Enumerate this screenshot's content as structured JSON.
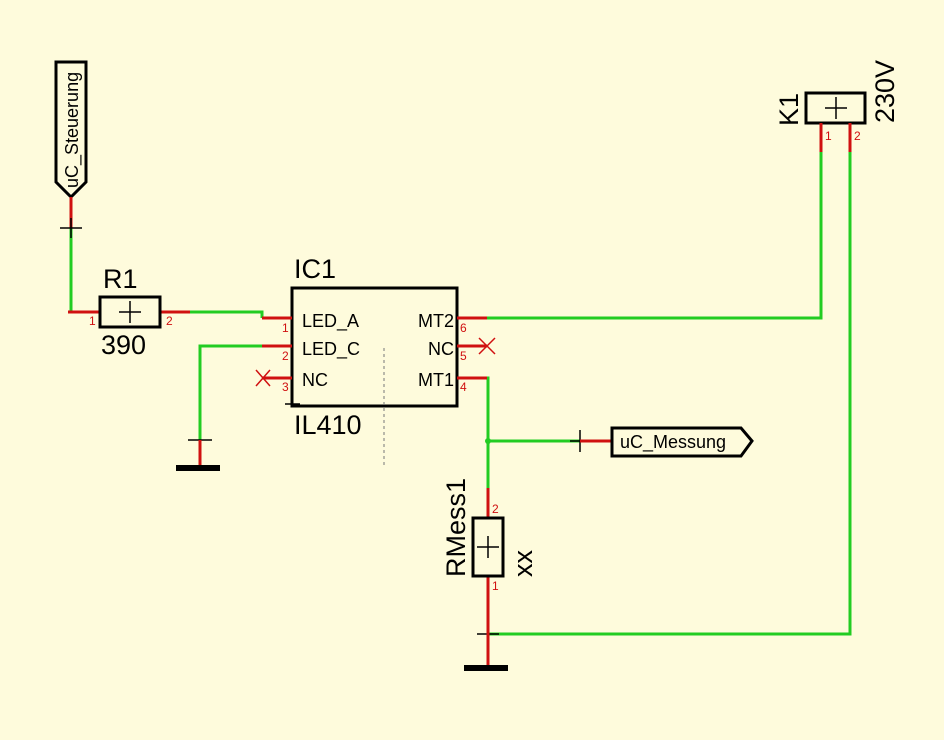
{
  "colors": {
    "background": "#fefbdc",
    "wire": "#22cc22",
    "pin": "#d01010",
    "body": "#000000"
  },
  "ports": {
    "uc_steuerung": "uC_Steuerung",
    "uc_messung": "uC_Messung"
  },
  "r1": {
    "ref": "R1",
    "value": "390",
    "pin1": "1",
    "pin2": "2"
  },
  "ic1": {
    "ref": "IC1",
    "value": "IL410",
    "pins": [
      {
        "num": "1",
        "name": "LED_A"
      },
      {
        "num": "2",
        "name": "LED_C"
      },
      {
        "num": "3",
        "name": "NC"
      },
      {
        "num": "6",
        "name": "MT2"
      },
      {
        "num": "5",
        "name": "NC"
      },
      {
        "num": "4",
        "name": "MT1"
      }
    ]
  },
  "k1": {
    "ref": "K1",
    "value": "230V",
    "pin1": "1",
    "pin2": "2"
  },
  "rmess1": {
    "ref": "RMess1",
    "value": "xx",
    "pin1": "1",
    "pin2": "2"
  },
  "icons": [
    "ground-icon",
    "no-connect-icon",
    "hierarchical-port-icon"
  ]
}
